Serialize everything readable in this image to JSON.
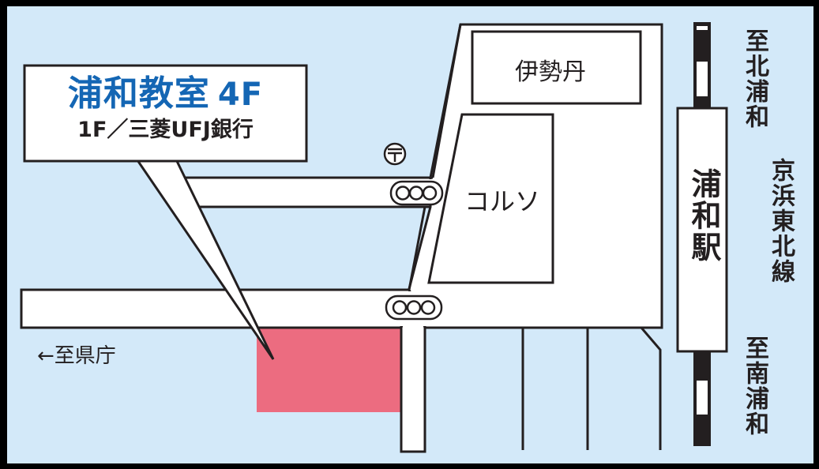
{
  "map": {
    "colors": {
      "background": "#d3e9f9",
      "frame": "#000000",
      "road": "#ffffff",
      "outline": "#231f20",
      "destination": "#ec6c80",
      "title_blue": "#1466b4"
    },
    "callout": {
      "title": "浦和教室",
      "floor": "4F",
      "subtitle": "1F／三菱UFJ銀行"
    },
    "buildings": {
      "isetan": "伊勢丹",
      "corso": "コルソ",
      "station": "浦和駅"
    },
    "directions": {
      "north": "至北浦和",
      "south": "至南浦和",
      "prefecture": "←至県庁"
    },
    "railway_line": "京浜東北線",
    "icons": {
      "post_office": "〒",
      "traffic_light": "ooo"
    }
  }
}
